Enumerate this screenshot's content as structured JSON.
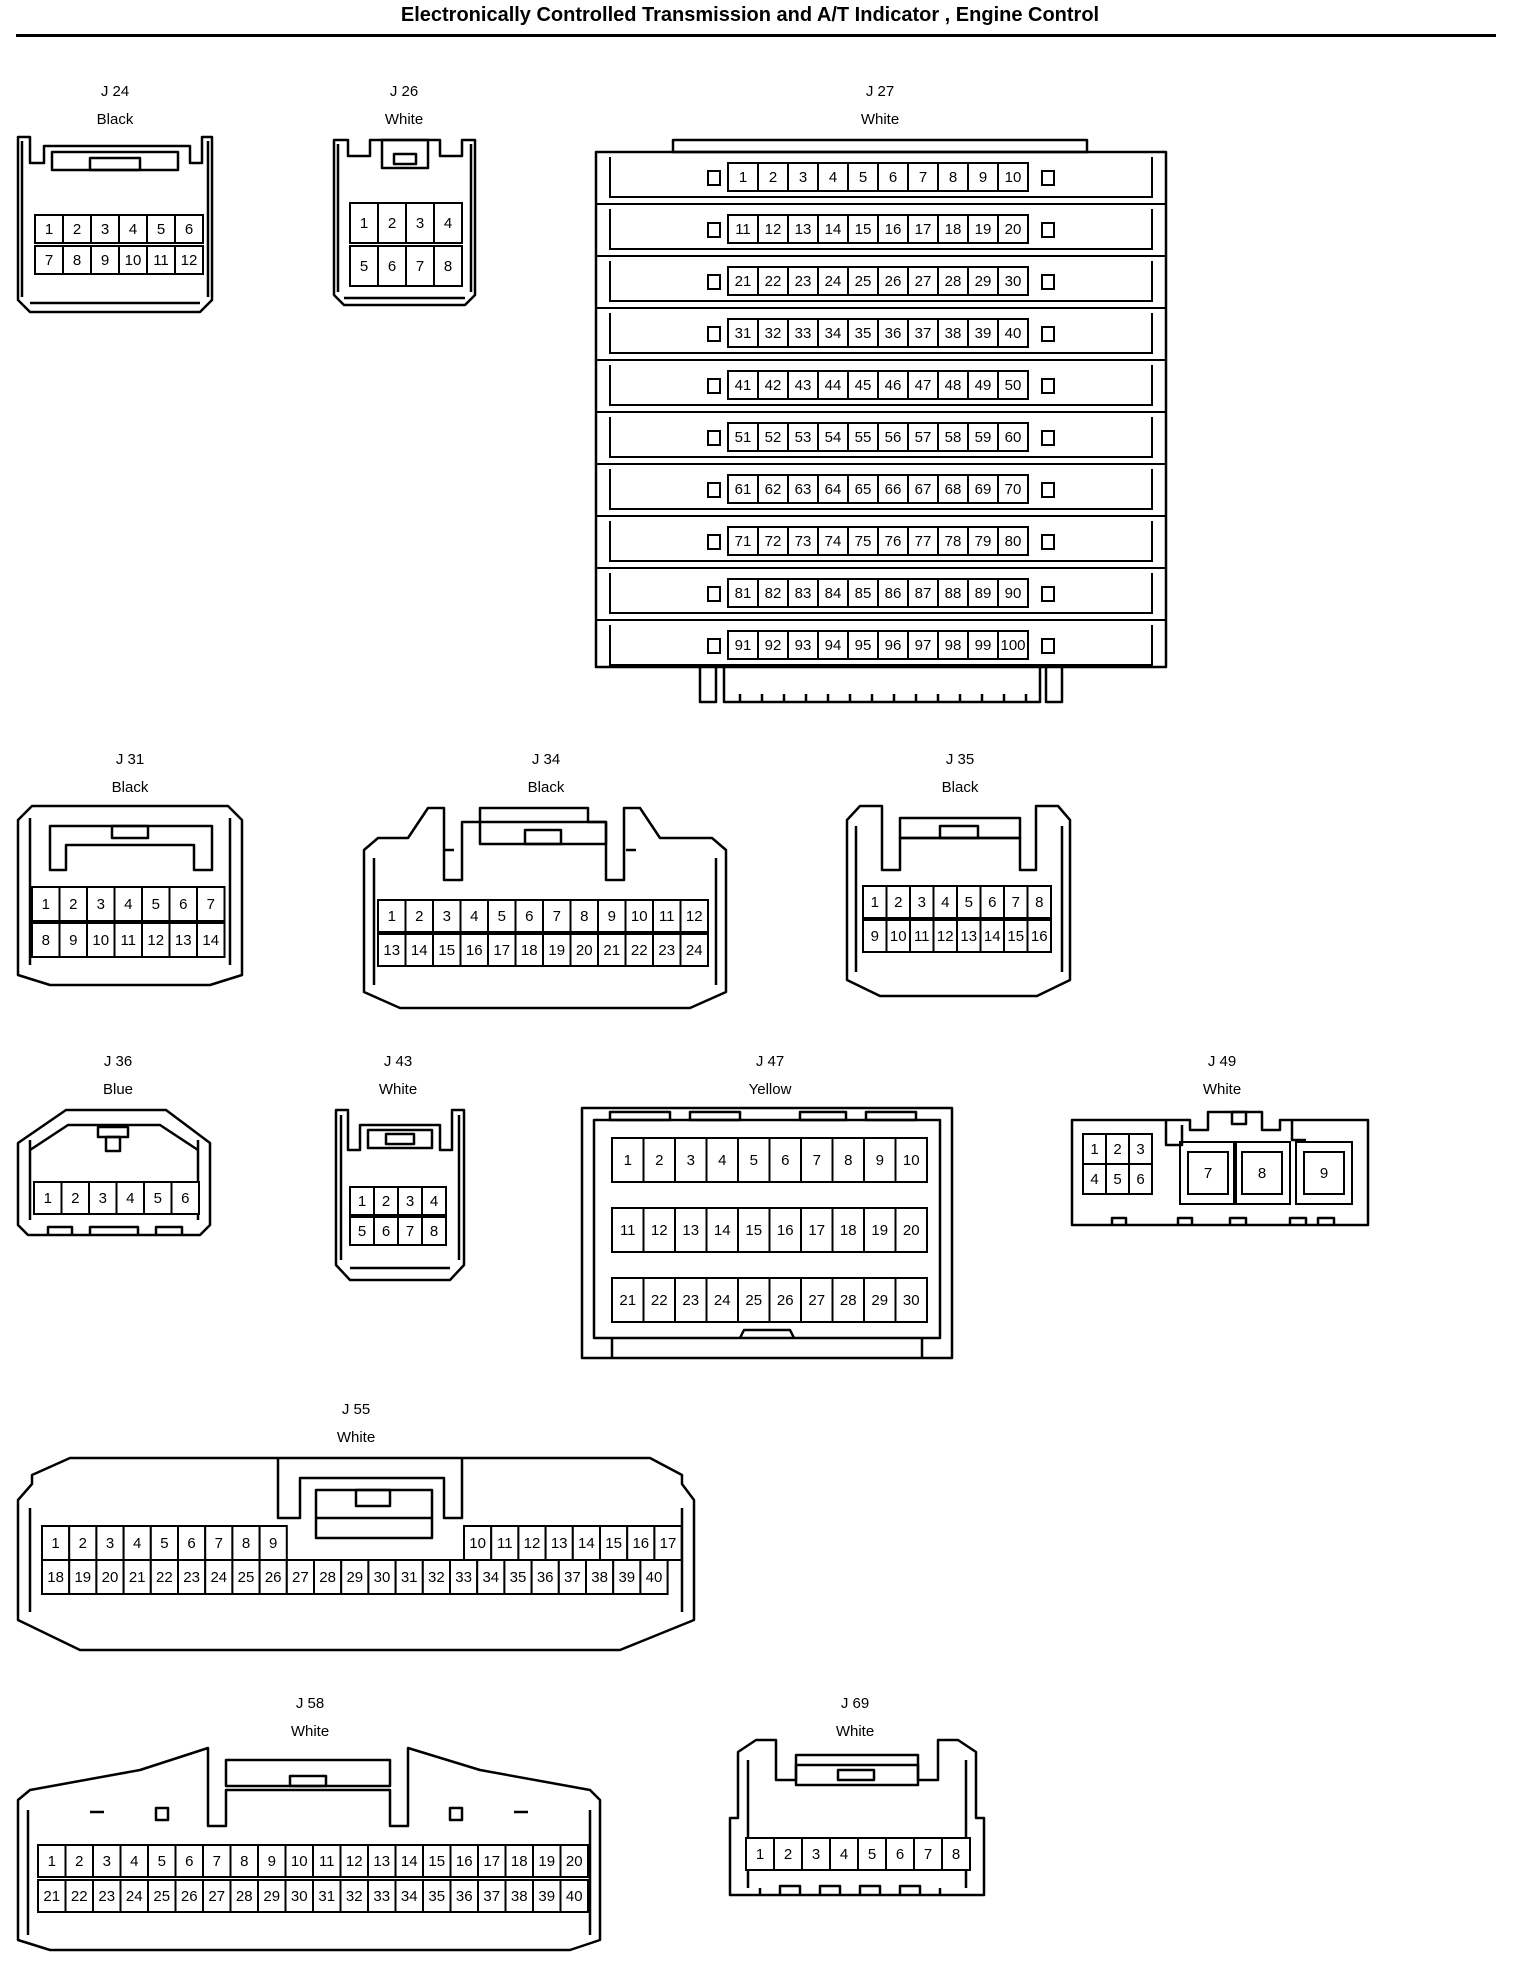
{
  "title": "Electronically Controlled Transmission and A/T Indicator , Engine Control",
  "connectors": [
    {
      "id": "J 24",
      "color": "Black",
      "pins": [
        [
          "1",
          "2",
          "3",
          "4",
          "5",
          "6"
        ],
        [
          "7",
          "8",
          "9",
          "10",
          "11",
          "12"
        ]
      ]
    },
    {
      "id": "J 26",
      "color": "White",
      "pins": [
        [
          "1",
          "2",
          "3",
          "4"
        ],
        [
          "5",
          "6",
          "7",
          "8"
        ]
      ]
    },
    {
      "id": "J 27",
      "color": "White",
      "pins": [
        [
          "1",
          "2",
          "3",
          "4",
          "5",
          "6",
          "7",
          "8",
          "9",
          "10"
        ],
        [
          "11",
          "12",
          "13",
          "14",
          "15",
          "16",
          "17",
          "18",
          "19",
          "20"
        ],
        [
          "21",
          "22",
          "23",
          "24",
          "25",
          "26",
          "27",
          "28",
          "29",
          "30"
        ],
        [
          "31",
          "32",
          "33",
          "34",
          "35",
          "36",
          "37",
          "38",
          "39",
          "40"
        ],
        [
          "41",
          "42",
          "43",
          "44",
          "45",
          "46",
          "47",
          "48",
          "49",
          "50"
        ],
        [
          "51",
          "52",
          "53",
          "54",
          "55",
          "56",
          "57",
          "58",
          "59",
          "60"
        ],
        [
          "61",
          "62",
          "63",
          "64",
          "65",
          "66",
          "67",
          "68",
          "69",
          "70"
        ],
        [
          "71",
          "72",
          "73",
          "74",
          "75",
          "76",
          "77",
          "78",
          "79",
          "80"
        ],
        [
          "81",
          "82",
          "83",
          "84",
          "85",
          "86",
          "87",
          "88",
          "89",
          "90"
        ],
        [
          "91",
          "92",
          "93",
          "94",
          "95",
          "96",
          "97",
          "98",
          "99",
          "100"
        ]
      ]
    },
    {
      "id": "J 31",
      "color": "Black",
      "pins": [
        [
          "1",
          "2",
          "3",
          "4",
          "5",
          "6",
          "7"
        ],
        [
          "8",
          "9",
          "10",
          "11",
          "12",
          "13",
          "14"
        ]
      ]
    },
    {
      "id": "J 34",
      "color": "Black",
      "pins": [
        [
          "1",
          "2",
          "3",
          "4",
          "5",
          "6",
          "7",
          "8",
          "9",
          "10",
          "11",
          "12"
        ],
        [
          "13",
          "14",
          "15",
          "16",
          "17",
          "18",
          "19",
          "20",
          "21",
          "22",
          "23",
          "24"
        ]
      ]
    },
    {
      "id": "J 35",
      "color": "Black",
      "pins": [
        [
          "1",
          "2",
          "3",
          "4",
          "5",
          "6",
          "7",
          "8"
        ],
        [
          "9",
          "10",
          "11",
          "12",
          "13",
          "14",
          "15",
          "16"
        ]
      ]
    },
    {
      "id": "J 36",
      "color": "Blue",
      "pins": [
        [
          "1",
          "2",
          "3",
          "4",
          "5",
          "6"
        ]
      ]
    },
    {
      "id": "J 43",
      "color": "White",
      "pins": [
        [
          "1",
          "2",
          "3",
          "4"
        ],
        [
          "5",
          "6",
          "7",
          "8"
        ]
      ]
    },
    {
      "id": "J 47",
      "color": "Yellow",
      "pins": [
        [
          "1",
          "2",
          "3",
          "4",
          "5",
          "6",
          "7",
          "8",
          "9",
          "10"
        ],
        [
          "11",
          "12",
          "13",
          "14",
          "15",
          "16",
          "17",
          "18",
          "19",
          "20"
        ],
        [
          "21",
          "22",
          "23",
          "24",
          "25",
          "26",
          "27",
          "28",
          "29",
          "30"
        ]
      ]
    },
    {
      "id": "J 49",
      "color": "White",
      "pins": [
        [
          "1",
          "2",
          "3"
        ],
        [
          "4",
          "5",
          "6"
        ],
        [
          "7",
          "8",
          "9"
        ]
      ]
    },
    {
      "id": "J 55",
      "color": "White",
      "pins": [
        [
          "1",
          "2",
          "3",
          "4",
          "5",
          "6",
          "7",
          "8",
          "9",
          "10",
          "11",
          "12",
          "13",
          "14",
          "15",
          "16",
          "17"
        ],
        [
          "18",
          "19",
          "20",
          "21",
          "22",
          "23",
          "24",
          "25",
          "26",
          "27",
          "28",
          "29",
          "30",
          "31",
          "32",
          "33",
          "34",
          "35",
          "36",
          "37",
          "38",
          "39",
          "40"
        ]
      ]
    },
    {
      "id": "J 58",
      "color": "White",
      "pins": [
        [
          "1",
          "2",
          "3",
          "4",
          "5",
          "6",
          "7",
          "8",
          "9",
          "10",
          "11",
          "12",
          "13",
          "14",
          "15",
          "16",
          "17",
          "18",
          "19",
          "20"
        ],
        [
          "21",
          "22",
          "23",
          "24",
          "25",
          "26",
          "27",
          "28",
          "29",
          "30",
          "31",
          "32",
          "33",
          "34",
          "35",
          "36",
          "37",
          "38",
          "39",
          "40"
        ]
      ]
    },
    {
      "id": "J 69",
      "color": "White",
      "pins": [
        [
          "1",
          "2",
          "3",
          "4",
          "5",
          "6",
          "7",
          "8"
        ]
      ]
    }
  ]
}
